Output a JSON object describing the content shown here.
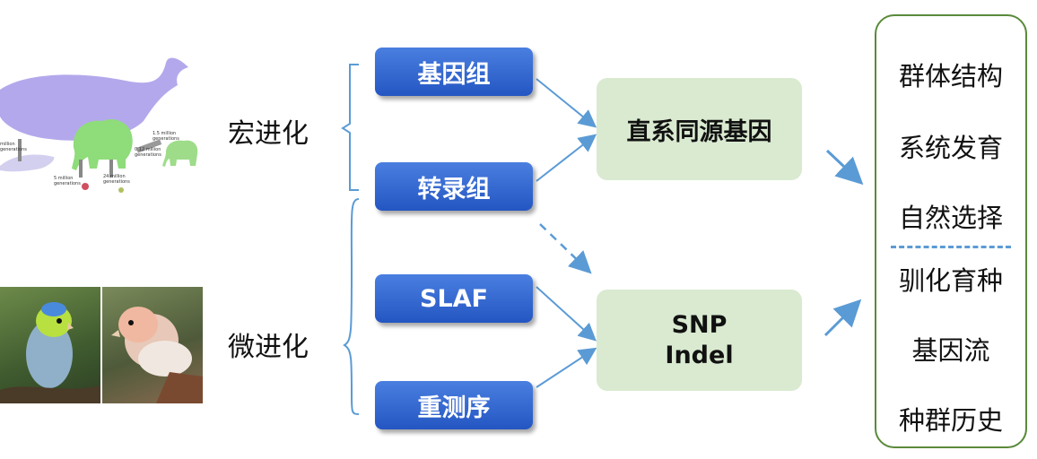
{
  "labels": {
    "macro": "宏进化",
    "micro": "微进化"
  },
  "buttons": [
    {
      "id": "genome",
      "label": "基因组"
    },
    {
      "id": "transcriptome",
      "label": "转录组"
    },
    {
      "id": "slaf",
      "label": "SLAF"
    },
    {
      "id": "reseq",
      "label": "重测序"
    }
  ],
  "middle_boxes": {
    "orthologs": "直系同源基因",
    "variants_line1": "SNP",
    "variants_line2": "Indel"
  },
  "right_panel": {
    "upper": [
      "群体结构",
      "系统发育",
      "自然选择"
    ],
    "lower": [
      "驯化育种",
      "基因流",
      "种群历史"
    ]
  },
  "figure_text": {
    "whale_a": "1.5 million",
    "whale_b": "generations",
    "ele_a": "0.12 million",
    "ele_b": "generations",
    "small_a": "5 million",
    "small_b": "generations",
    "mid_a": "24 million",
    "mid_b": "generations",
    "left_a": "million",
    "left_b": "generations"
  },
  "colors": {
    "button_blue": "#2e62d0",
    "green_fill": "#d9ead0",
    "arrow_blue": "#5b9bd5",
    "panel_border": "#5a8a3a"
  }
}
